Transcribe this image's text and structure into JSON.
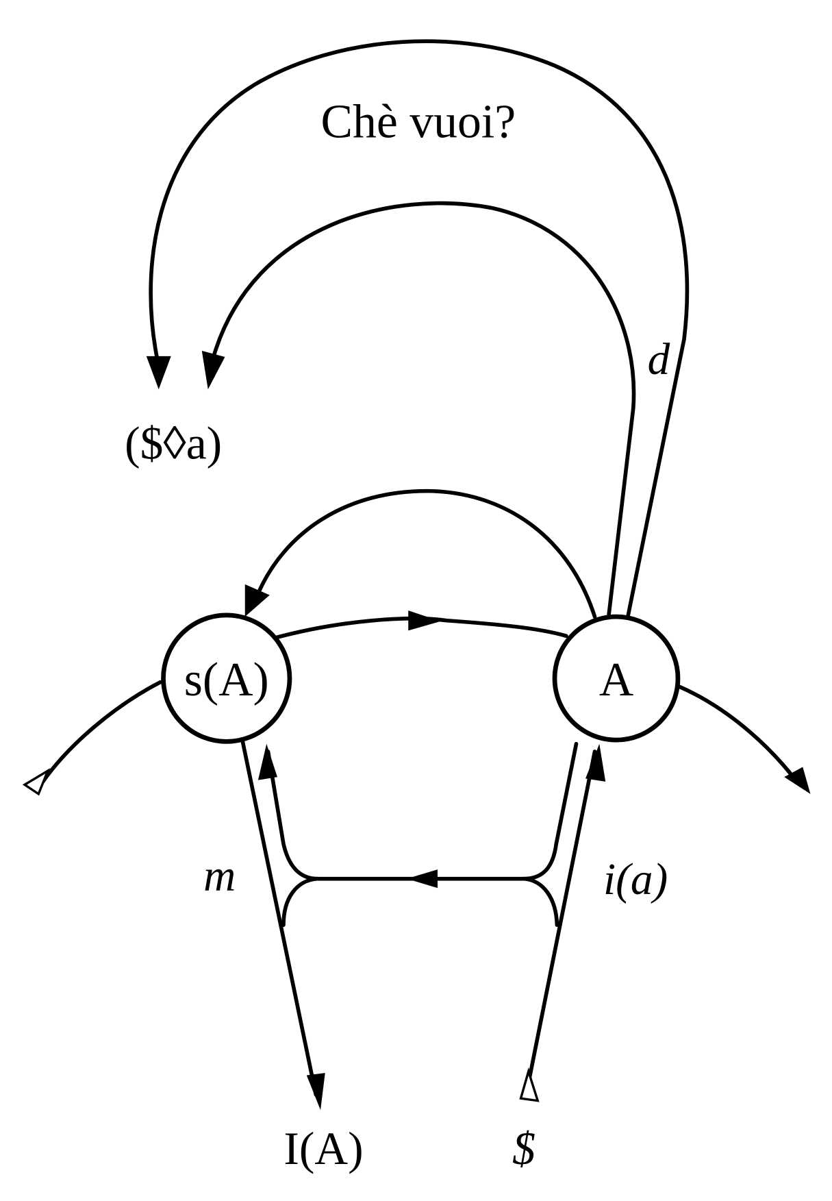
{
  "diagram": {
    "title_question": "Chè vuoi?",
    "nodes": {
      "signified_of_other": "s(A)",
      "other": "A"
    },
    "labels": {
      "fantasy": "($◊a)",
      "desire": "d",
      "ego": "m",
      "image_of_other": "i(a)",
      "ego_ideal": "I(A)",
      "barred_subject": "$"
    },
    "colors": {
      "ink": "#000000",
      "background": "#ffffff"
    }
  }
}
